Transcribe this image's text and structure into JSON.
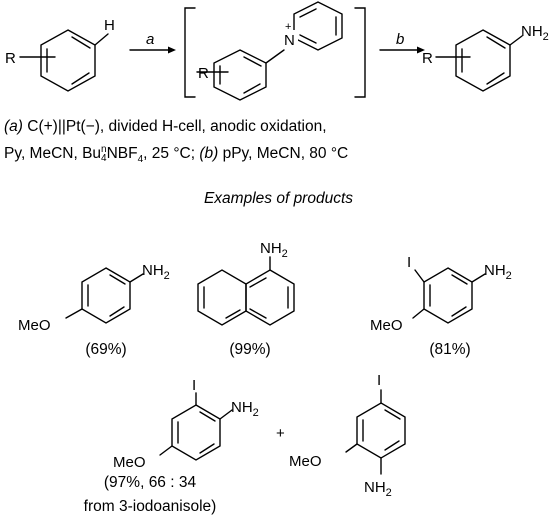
{
  "scheme": {
    "reactant": {
      "substituent": "R",
      "hydrogen": "H"
    },
    "intermediate": {
      "substituent": "R",
      "nitrogen": "N",
      "charge": "+"
    },
    "product": {
      "substituent": "R",
      "group": "NH",
      "group_sub": "2"
    },
    "arrows": {
      "step_a": "a",
      "step_b": "b"
    }
  },
  "conditions": {
    "line1_a": "(a)",
    "line1_rest": " C(+)||Pt(−), divided H-cell, anodic oxidation,",
    "line2_pre": "Py, MeCN, Bu",
    "line2_sup": "n",
    "line2_sub": "4",
    "line2_mid": "NBF",
    "line2_sub2": "4",
    "line2_post1": ", 25 °C; ",
    "line2_b": "(b)",
    "line2_post2": " pPy, MeCN, 80 °C"
  },
  "examples_header": "Examples of products",
  "labels": {
    "nh": "NH",
    "sub2": "2",
    "meo": "MeO",
    "iodo": "I",
    "plus": "+"
  },
  "products": [
    {
      "yield": "(69%)"
    },
    {
      "yield": "(99%)"
    },
    {
      "yield": "(81%)"
    },
    {
      "yield_line1": "(97%, 66 : 34",
      "yield_line2": "from 3-iodoanisole)"
    }
  ]
}
